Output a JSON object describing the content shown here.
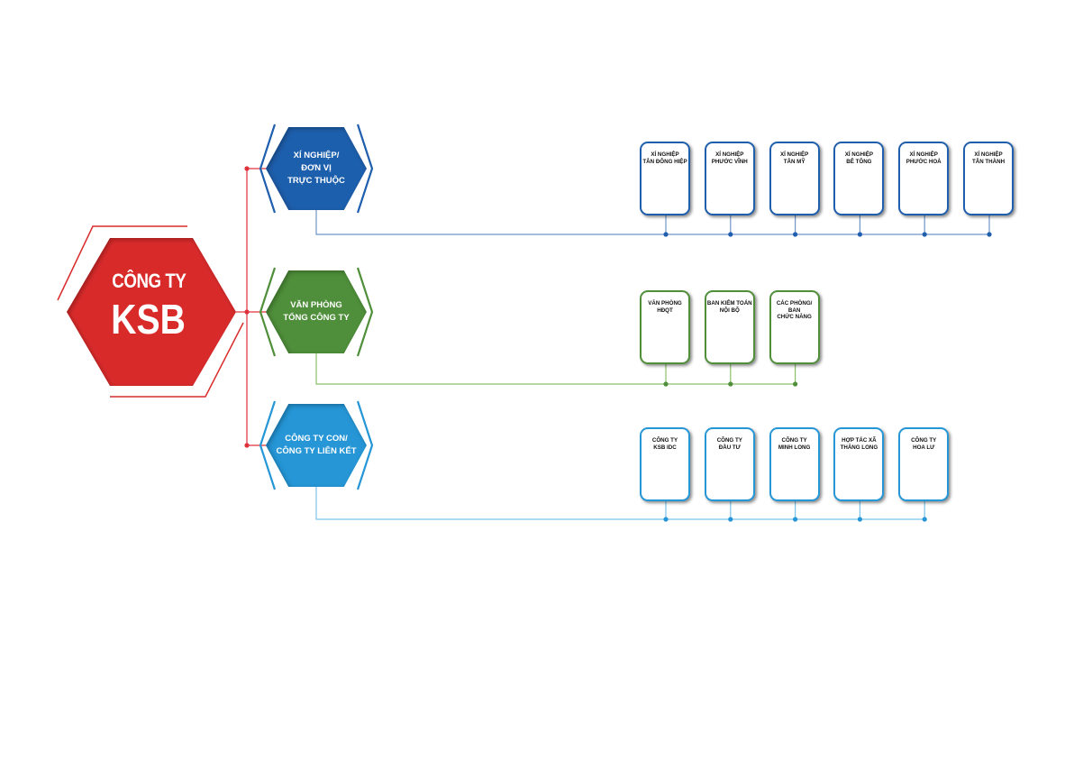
{
  "root": {
    "line1": "CÔNG TY",
    "line2": "KSB",
    "color": "#d92b2b"
  },
  "branches": [
    {
      "id": "xi-nghiep",
      "label_lines": [
        "XÍ NGHIỆP/",
        "ĐƠN VỊ",
        "TRỰC THUỘC"
      ],
      "color": "#1f5fad",
      "line_color": "#6f95c9",
      "children": [
        {
          "lines": [
            "XÍ NGHIỆP",
            "TÂN ĐÔNG HIỆP"
          ]
        },
        {
          "lines": [
            "XÍ NGHIỆP",
            "PHƯỚC VĨNH"
          ]
        },
        {
          "lines": [
            "XÍ NGHIỆP",
            "TÂN MỸ"
          ]
        },
        {
          "lines": [
            "XÍ NGHIỆP",
            "BÊ TÔNG"
          ]
        },
        {
          "lines": [
            "XÍ NGHIỆP",
            "PHƯỚC HOÀ"
          ]
        },
        {
          "lines": [
            "XÍ NGHIỆP",
            "TÂN THÀNH"
          ]
        }
      ]
    },
    {
      "id": "van-phong",
      "label_lines": [
        "VĂN PHÒNG",
        "TỔNG CÔNG TY"
      ],
      "color": "#4f8f3a",
      "line_color": "#8cbf6a",
      "children": [
        {
          "lines": [
            "VĂN PHÒNG",
            "HĐQT"
          ]
        },
        {
          "lines": [
            "BAN KIỂM TOÁN",
            "NỘI BỘ"
          ]
        },
        {
          "lines": [
            "CÁC PHÒNG/",
            "BAN",
            "CHỨC NĂNG"
          ]
        }
      ]
    },
    {
      "id": "cong-ty-con",
      "label_lines": [
        "CÔNG TY CON/",
        "CÔNG TY LIÊN KẾT"
      ],
      "color": "#2596d6",
      "line_color": "#7cc3ea",
      "children": [
        {
          "lines": [
            "CÔNG TY",
            "KSB IDC"
          ]
        },
        {
          "lines": [
            "CÔNG TY",
            "ĐẦU TƯ"
          ]
        },
        {
          "lines": [
            "CÔNG TY",
            "MINH LONG"
          ]
        },
        {
          "lines": [
            "HỢP TÁC XÃ",
            "THĂNG LONG"
          ]
        },
        {
          "lines": [
            "CÔNG TY",
            "HOA LƯ"
          ]
        }
      ]
    }
  ],
  "connector_color": "#e0303a"
}
